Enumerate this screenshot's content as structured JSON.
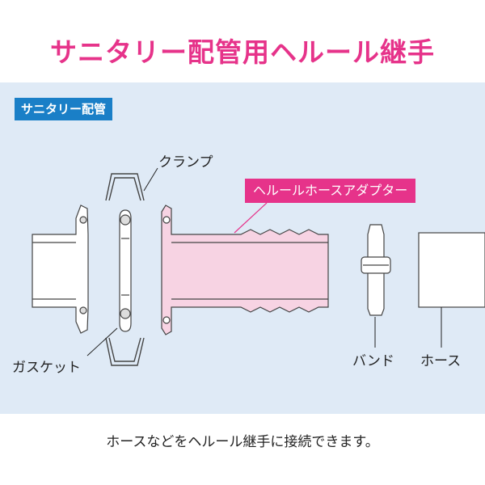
{
  "title": "サニタリー配管用ヘルール継手",
  "badge": "サニタリー配管",
  "labels": {
    "clamp": "クランプ",
    "adapter": "ヘルールホースアダプター",
    "gasket": "ガスケット",
    "band": "バンド",
    "hose": "ホース"
  },
  "caption": "ホースなどをヘルール継手に接続できます。",
  "colors": {
    "title": "#e6338a",
    "badge_bg": "#1a7fc7",
    "panel_bg": "#dfeaf6",
    "adapter_fill": "#f7d3e3"
  }
}
